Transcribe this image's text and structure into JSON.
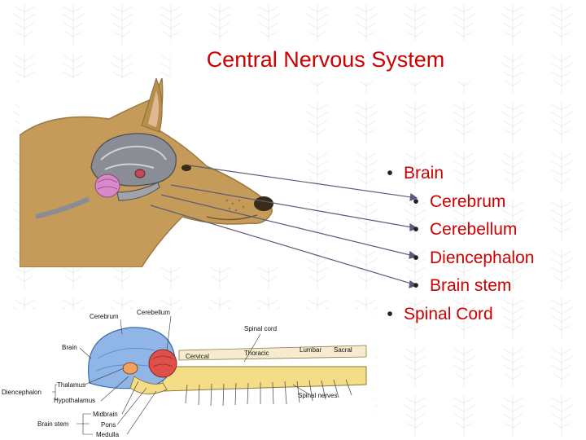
{
  "slide": {
    "title": "Central Nervous System",
    "bullets": {
      "brain": "Brain",
      "cerebrum": "Cerebrum",
      "cerebellum": "Cerebellum",
      "diencephalon": "Diencephalon",
      "brain_stem": "Brain stem",
      "spinal_cord": "Spinal Cord"
    }
  },
  "diagram": {
    "labels": {
      "cerebrum": "Cerebrum",
      "cerebellum": "Cerebellum",
      "spinal_cord": "Spinal cord",
      "brain": "Brain",
      "cervical": "Cervical",
      "thoracic": "Thoracic",
      "lumbar": "Lumbar",
      "sacral": "Sacral",
      "diencephalon": "Diencephalon",
      "thalamus": "Thalamus",
      "hypothalamus": "Hypothalamus",
      "spinal_nerves": "Spinal nerves",
      "brain_stem": "Brain stem",
      "midbrain": "Midbrain",
      "pons": "Pons",
      "medulla": "Medulla"
    }
  },
  "colors": {
    "title": "#cc0000",
    "bullet_text": "#cc0000",
    "dog_fur": "#c49b58",
    "brain_grey": "#8a8d95",
    "cerebellum_pink": "#d889c8",
    "diagram_blue": "#8fb6e6",
    "diagram_red": "#e0504a",
    "diagram_yellow": "#f5dc86"
  }
}
